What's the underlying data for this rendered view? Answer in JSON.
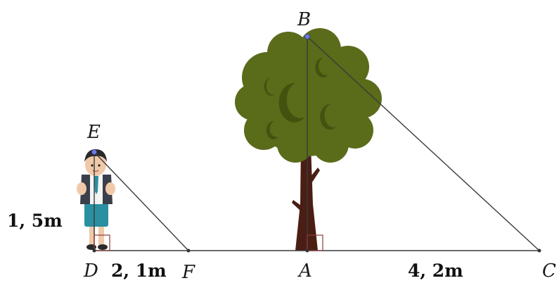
{
  "points": {
    "B": "B",
    "E": "E",
    "D": "D",
    "F": "F",
    "A": "A",
    "C": "C"
  },
  "lengths": {
    "person_height": "1, 5m",
    "DF": "2, 1m",
    "AC": "4, 2m"
  },
  "colors": {
    "line": "#3a3a3a",
    "foliage": "#5a6b1a",
    "foliage_dark": "#44520f",
    "trunk": "#4a1e14",
    "point_blue": "#6e7be6",
    "right_angle": "#8a3c3c"
  },
  "objects": {
    "tree": "tree-icon",
    "person": "person-icon"
  }
}
